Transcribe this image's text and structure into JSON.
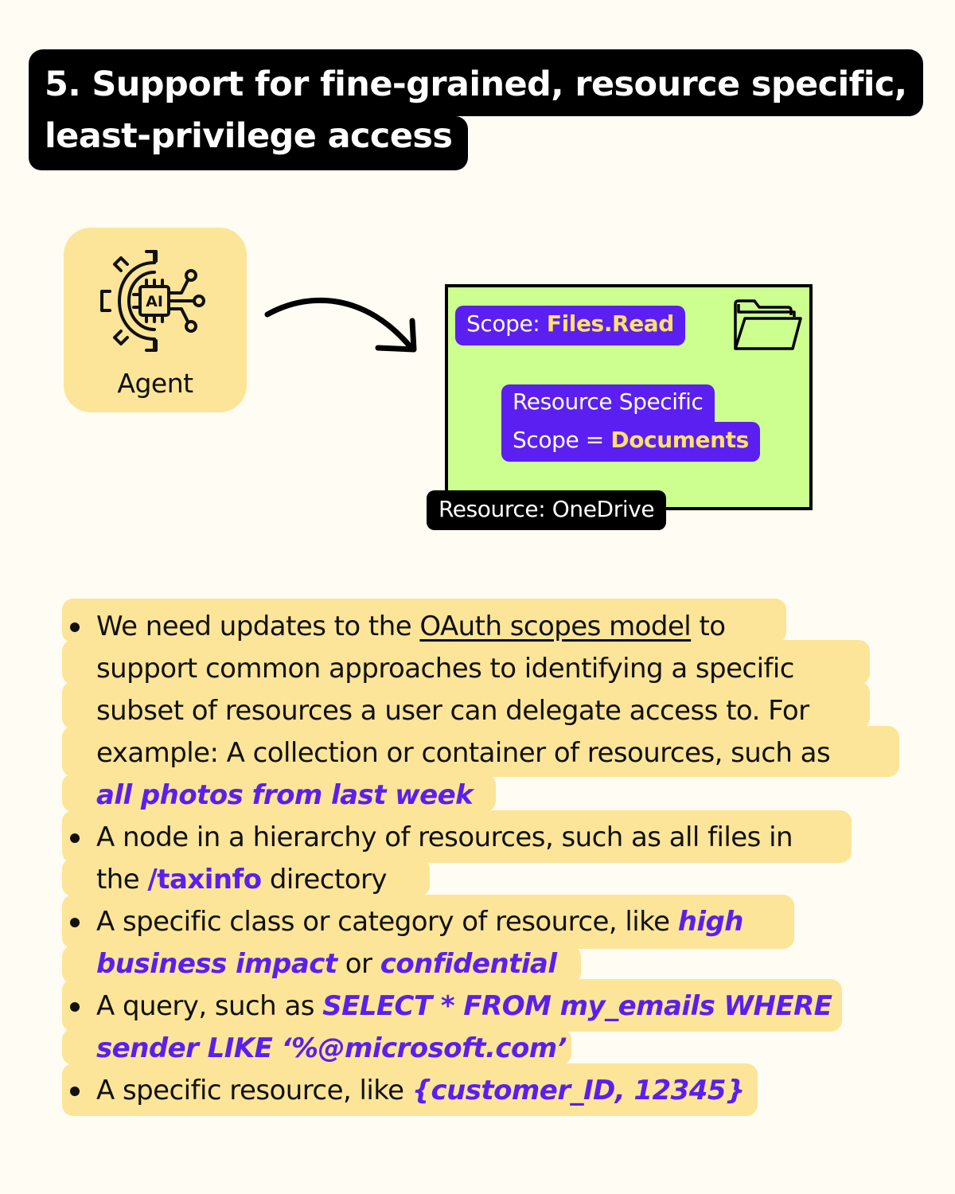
{
  "title": {
    "line1": "5. Support for fine-grained, resource specific,",
    "line2": "least-privilege access"
  },
  "agent": {
    "icon": "ai-gear-icon",
    "chip_text": "AI",
    "label": "Agent"
  },
  "resource": {
    "folder_icon": "folder-icon",
    "scope_prefix": "Scope: ",
    "scope_value": "Files.Read",
    "rs_line1": "Resource Specific",
    "rs_prefix": "Scope = ",
    "rs_value": "Documents",
    "label": "Resource: OneDrive"
  },
  "list": {
    "item1": {
      "l1a": "We need updates to the ",
      "l1link": "OAuth scopes model",
      "l1b": " to",
      "l2": "support common approaches to identifying a specific",
      "l3": "subset of resources a user can delegate access to. For",
      "l4": "example: A collection or container of resources, such as",
      "l5em": "all photos from last week"
    },
    "item2": {
      "l1": "A node in a hierarchy of resources, such as all files in",
      "l2a": "the ",
      "l2path": "/taxinfo",
      "l2b": " directory"
    },
    "item3": {
      "l1a": "A specific class or category of resource, like ",
      "l1em": "high",
      "l2em1": "business impact",
      "l2mid": " or ",
      "l2em2": "confidential"
    },
    "item4": {
      "l1a": "A query, such as ",
      "l1em": "SELECT * FROM my_emails WHERE",
      "l2em": "sender LIKE ‘%@microsoft.com’"
    },
    "item5": {
      "l1a": "A specific resource, like ",
      "l1em": "{customer_ID, 12345}"
    }
  },
  "colors": {
    "background": "#fffcf3",
    "highlight": "#fce598",
    "accent_purple": "#5b1ff1",
    "accent_yellow": "#ffe16a",
    "resource_green": "#ccff90"
  }
}
